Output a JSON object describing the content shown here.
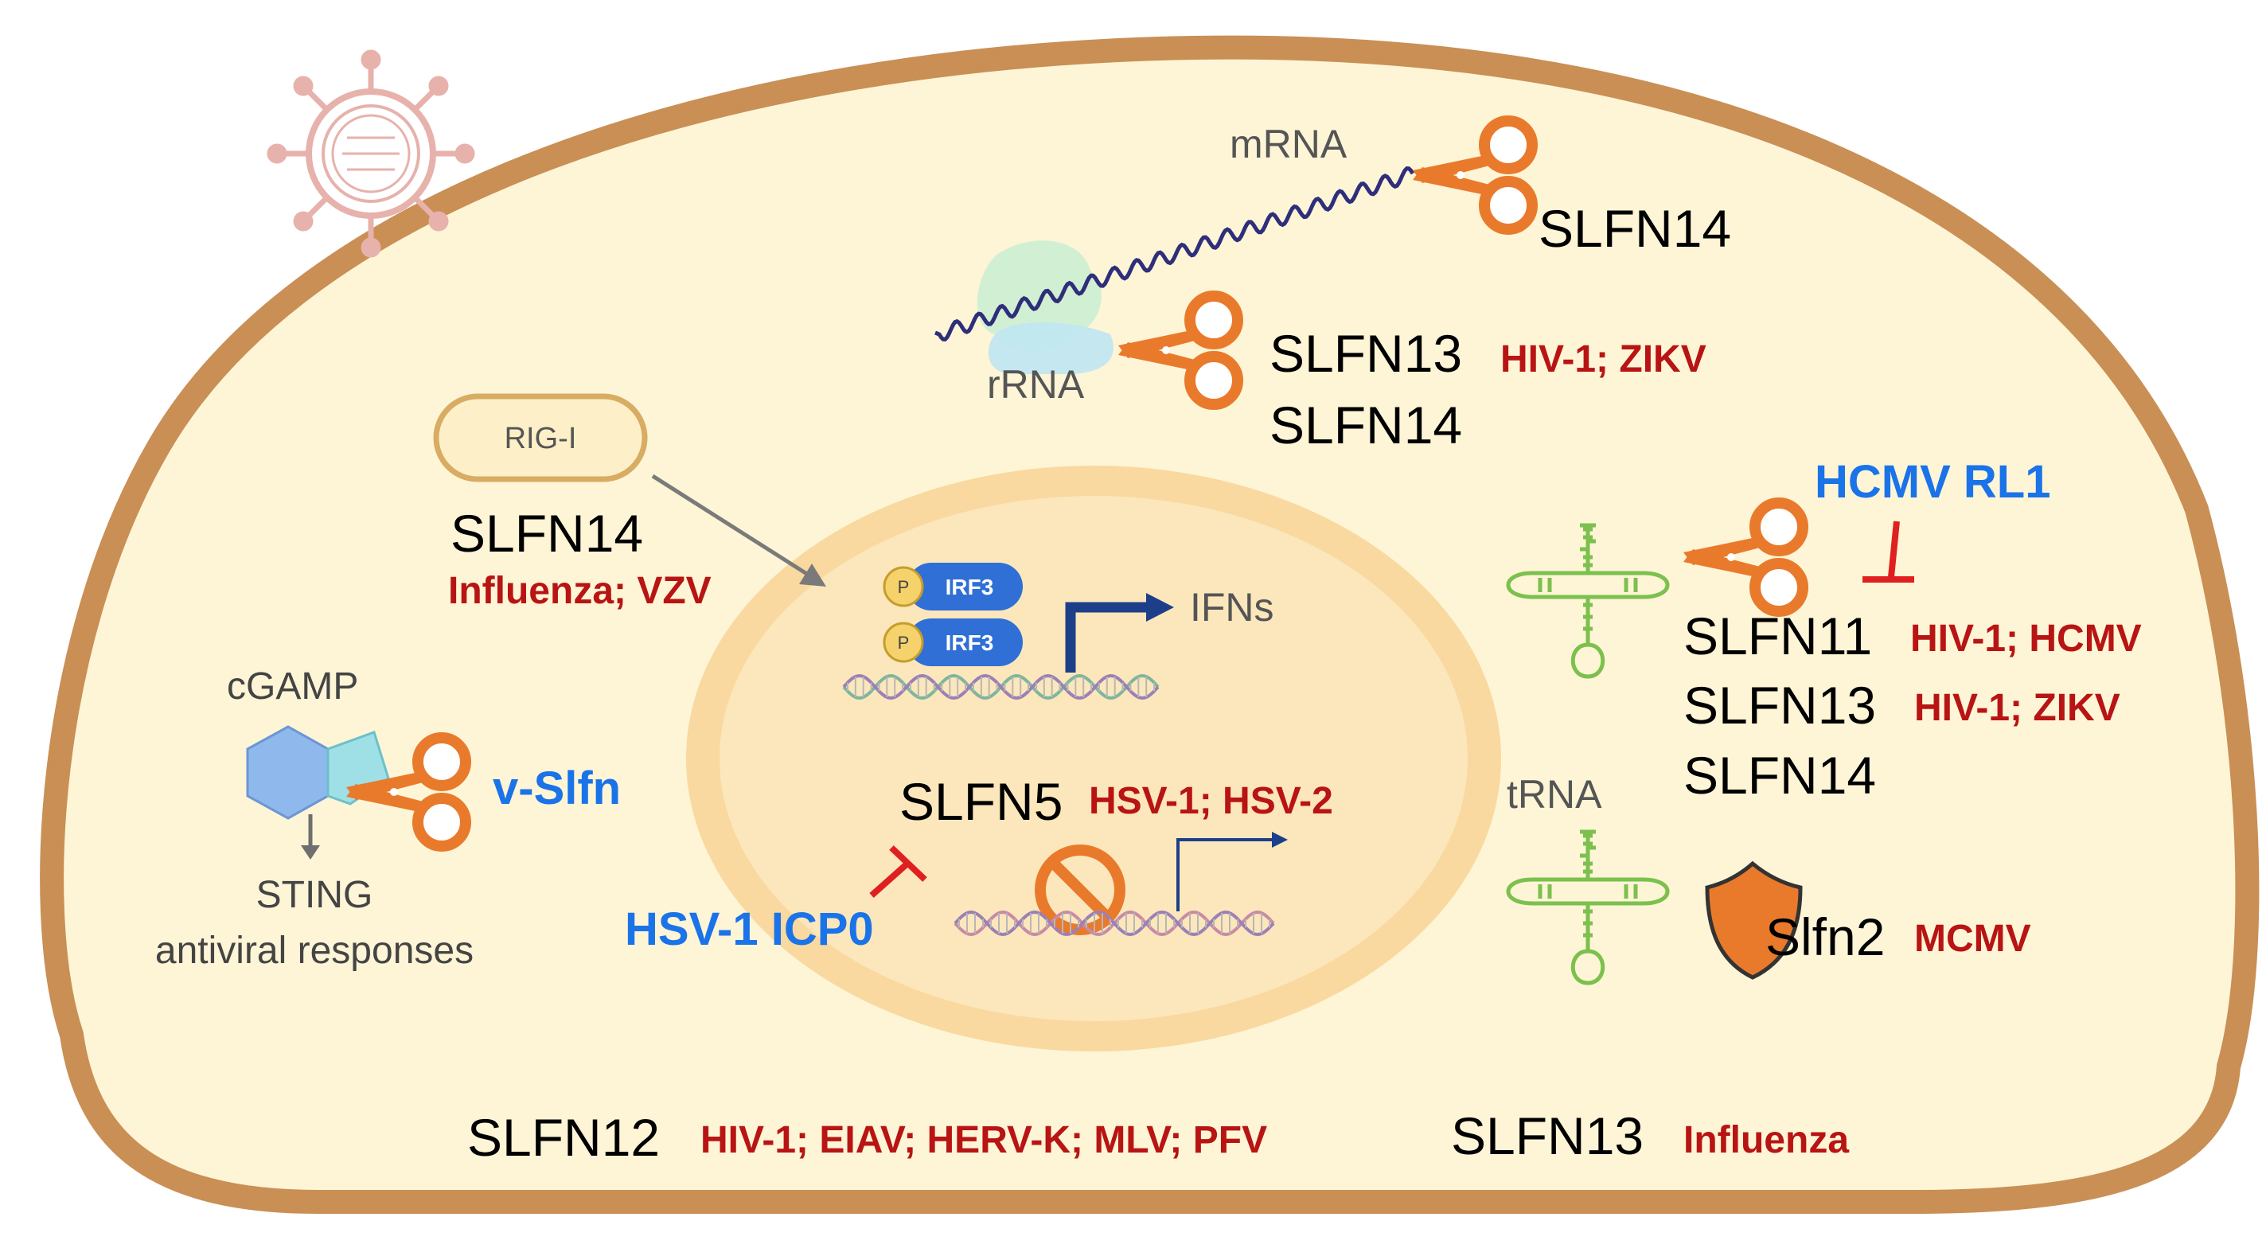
{
  "labels": {
    "mrna": "mRNA",
    "rrna": "rRNA",
    "trna": "tRNA",
    "rig_i": "RIG-I",
    "cgamp": "cGAMP",
    "sting": "STING",
    "antiviral": "antiviral responses",
    "irf3": "IRF3",
    "p": "P",
    "ifns": "IFNs"
  },
  "factors": {
    "mrna_slfn14": "SLFN14",
    "rrna_slfn13": "SLFN13",
    "rrna_slfn13_viruses": "HIV-1; ZIKV",
    "rrna_slfn14": "SLFN14",
    "rig_slfn14": "SLFN14",
    "rig_slfn14_viruses": "Influenza; VZV",
    "v_slfn": "v-Slfn",
    "slfn5": "SLFN5",
    "slfn5_viruses": "HSV-1; HSV-2",
    "hsv_icp0": "HSV-1 ICP0",
    "hcmv_rl1": "HCMV RL1",
    "trna_slfn11": "SLFN11",
    "trna_slfn11_viruses": "HIV-1; HCMV",
    "trna_slfn13": "SLFN13",
    "trna_slfn13_viruses": "HIV-1; ZIKV",
    "trna_slfn14": "SLFN14",
    "slfn2": "Slfn2",
    "slfn2_viruses": "MCMV",
    "slfn12": "SLFN12",
    "slfn12_viruses": "HIV-1; EIAV; HERV-K; MLV; PFV",
    "slfn13_bottom": "SLFN13",
    "slfn13_bottom_viruses": "Influenza"
  },
  "colors": {
    "cell_border": "#c98f55",
    "cytoplasm": "#fdf5d6",
    "nucleus_ring": "#f9d9a0",
    "nucleus": "#fbe7bb",
    "scissors": "#e97a2c",
    "inhibit": "#e02020",
    "virus_text": "#b81414",
    "viral_protein": "#1a73e8",
    "arrow_blue": "#1d3f8a",
    "irf3": "#2f6fd6",
    "trna": "#7cc04d",
    "virus_particle": "#e7b2ac"
  },
  "icons": [
    "virus-particle-icon",
    "ribosome-icon",
    "scissors-icon",
    "shield-icon",
    "prohibited-icon",
    "inhibition-icon",
    "dna-helix-icon",
    "transcription-arrow-icon",
    "trna-icon",
    "cgamp-molecule-icon"
  ]
}
